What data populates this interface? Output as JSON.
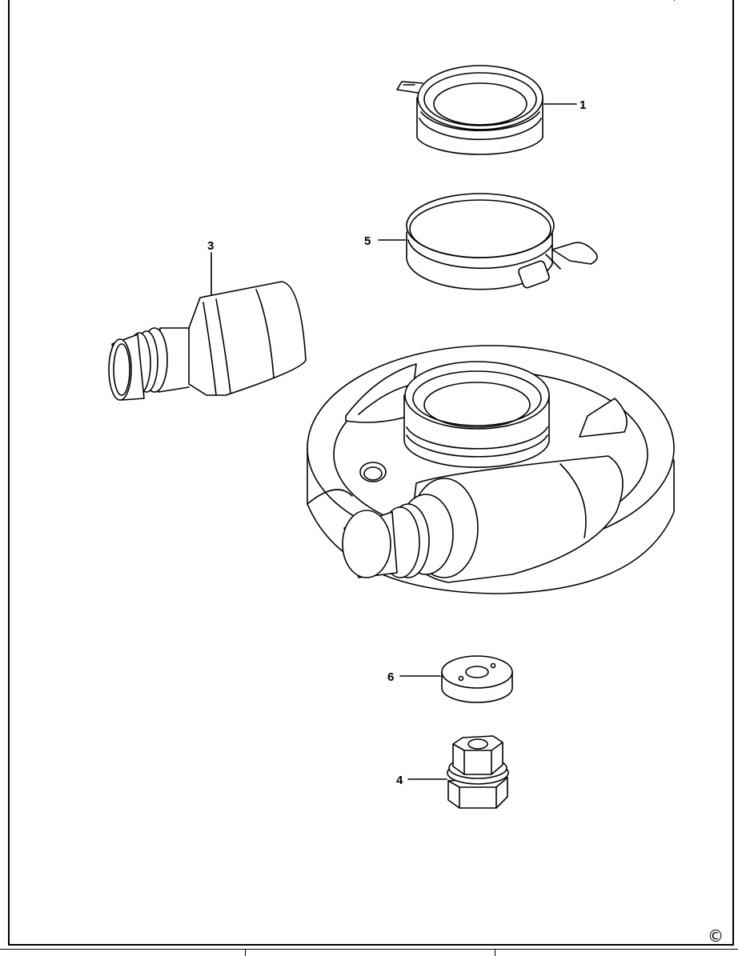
{
  "parts": [
    {
      "id": "1",
      "label": "1",
      "icon": "spindle-collar-ring-icon"
    },
    {
      "id": "5",
      "label": "5",
      "icon": "hose-clamp-icon"
    },
    {
      "id": "3",
      "label": "3",
      "icon": "vacuum-adapter-icon"
    },
    {
      "id": "shroud",
      "icon": "dust-shroud-icon"
    },
    {
      "id": "6",
      "label": "6",
      "icon": "flange-washer-icon"
    },
    {
      "id": "4",
      "label": "4",
      "icon": "lock-nut-icon"
    }
  ],
  "footer": {
    "copyright": "©"
  },
  "colors": {
    "ink": "#000000",
    "paper": "#ffffff"
  }
}
